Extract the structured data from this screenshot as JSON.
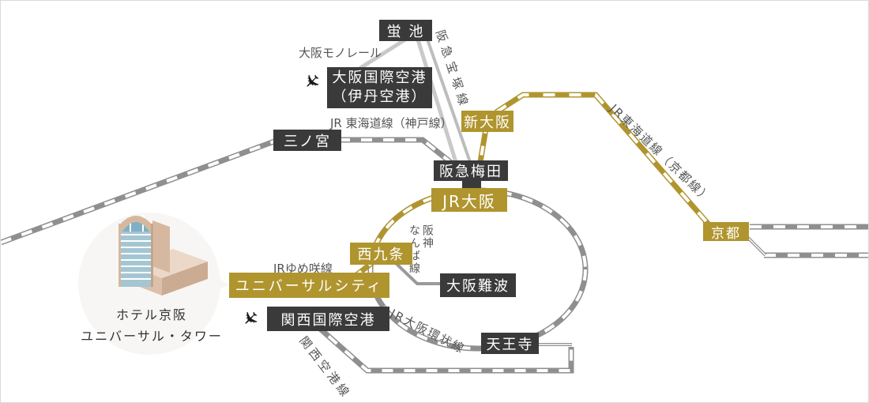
{
  "stations": {
    "hotarugaike": "蛍 池",
    "itami_line1": "大阪国際空港",
    "itami_line2": "（伊丹空港）",
    "shin_osaka": "新大阪",
    "kyoto": "京都",
    "sannomiya": "三ノ宮",
    "hankyu_umeda": "阪急梅田",
    "jr_osaka": "JR大阪",
    "nishikujo": "西九条",
    "universal_city": "ユニバーサルシティ",
    "kansai_airport": "関西国際空港",
    "osaka_namba": "大阪難波",
    "tennoji": "天王寺"
  },
  "lines": {
    "osaka_monorail": "大阪モノレール",
    "hankyu_takarazuka": "阪急宝塚線",
    "jr_tokaido_kyoto": "JR東海道線（京都線）",
    "jr_tokaido_kobe": "JR 東海道線（神戸線）",
    "hanshin_namba_1": "阪神",
    "hanshin_namba_2": "なんば線",
    "jr_yumesaki": "JRゆめ咲線",
    "jr_osaka_loop": "JR大阪環状線",
    "kansai_airport_line": "関西空港線"
  },
  "hotel": {
    "name_line1": "ホテル京阪",
    "name_line2": "ユニバーサル・タワー"
  },
  "icons": {
    "airplane": "✈"
  },
  "colors": {
    "gold": "#b0952f",
    "dark": "#3a3a3a",
    "rail": "#8f8f8f",
    "lightline": "#c9c9c9",
    "label": "#555555"
  }
}
